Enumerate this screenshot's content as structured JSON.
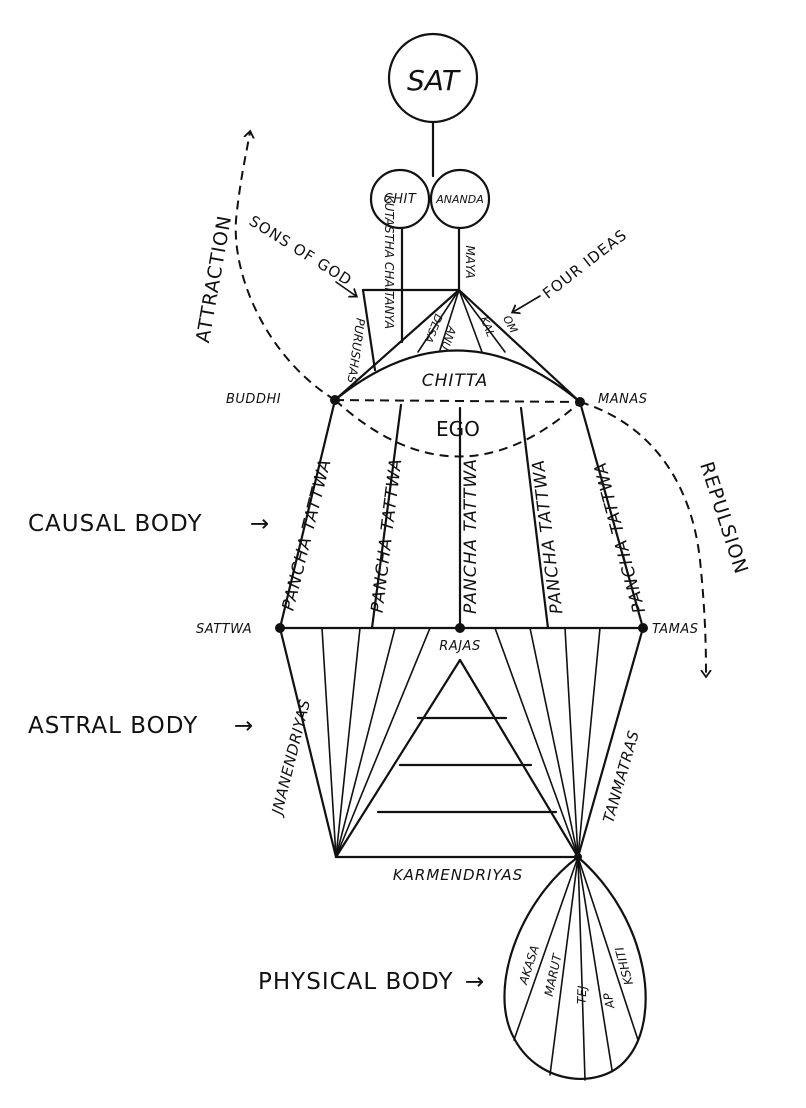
{
  "title": "",
  "nodes": {
    "sat": "SAT",
    "chit": "CHIT",
    "ananda": "ANANDA",
    "chitta": "CHITTA",
    "ego": "EGO",
    "buddhi": "BUDDHI",
    "manas": "MANAS",
    "sattwa": "SATTWA",
    "rajas": "RAJAS",
    "tamas": "TAMAS"
  },
  "labels": {
    "sons_of_god": "SONS OF GOD",
    "four_ideas": "FOUR IDEAS",
    "kutastha_chaitanya": "KUTASTHA CHAITANYA",
    "purusha": "PURUSHAS",
    "maya": "MAYA",
    "desa": "DESA",
    "anu": "ANU",
    "kal": "KAL",
    "om": "OM",
    "attraction": "ATTRACTION",
    "repulsion": "REPULSION",
    "pancha_tattwa": "PANCHA TATTWA",
    "jnanendriyas": "JNANENDRIYAS",
    "tanmatras": "TANMATRAS",
    "karmendriyas": "KARMENDRIYAS"
  },
  "bodies": {
    "causal": "CAUSAL BODY",
    "astral": "ASTRAL BODY",
    "physical": "PHYSICAL BODY",
    "arrow": "→"
  },
  "elements": [
    "AKASA",
    "MARUT",
    "TEJ",
    "AP",
    "KSHITI"
  ]
}
